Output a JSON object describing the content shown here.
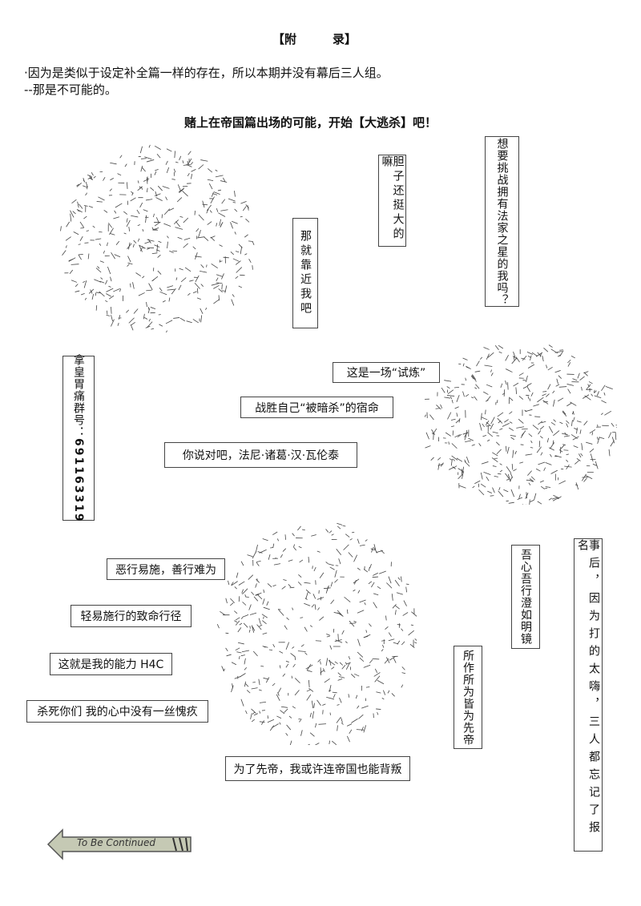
{
  "title": "【附　　　录】",
  "intro": [
    "·因为是类似于设定补全篇一样的存在，所以本期并没有幕后三人组。",
    "--那是不可能的。"
  ],
  "headline": "赌上在帝国篇出场的可能，开始【大逃杀】吧！",
  "bubbles": {
    "near": "那就靠近我吧",
    "bold": "胆子还挺大的嘛",
    "challenge": "想要挑战拥有法家之星的我吗？",
    "trial": "这是一场“试炼”",
    "fate": "战胜自己“被暗杀”的宿命",
    "right": "你说对吧，法尼·诸葛·汉·瓦伦泰",
    "evil": "恶行易施，善行难为",
    "deadly": "轻易施行的致命行径",
    "ability": "这就是我的能力 H4C",
    "kill": "杀死你们 我的心中没有一丝愧疚",
    "betray": "为了先帝，我或许连帝国也能背叛",
    "emperor": "所作所为皆为先帝",
    "mirror": "吾心吾行澄如明镜",
    "after": "事后，因为打的太嗨，三人都忘记了报名"
  },
  "group": {
    "label": "拿皇胃痛群号：",
    "number": "691163319"
  },
  "footer": {
    "continued": "To Be Continued"
  }
}
